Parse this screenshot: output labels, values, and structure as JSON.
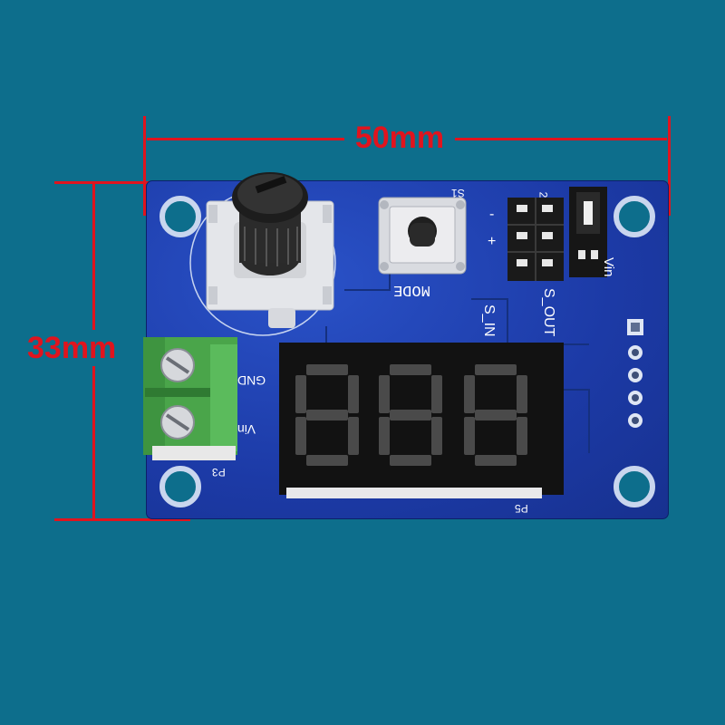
{
  "dimensions": {
    "width_label": "50mm",
    "height_label": "33mm",
    "color": "#e0141e"
  },
  "silkscreen": {
    "button_label": "MODE",
    "button_ref": "S1",
    "header_left": "S_IN",
    "header_right": "S_OUT",
    "jumper_label": "Vin",
    "minus": "-",
    "plus": "+",
    "two": "2",
    "terminal_gnd": "GND",
    "terminal_vin": "Vin",
    "terminal_ref": "P3",
    "display_ref": "P5"
  },
  "display": {
    "digits": [
      "8",
      "8",
      "8"
    ],
    "segment_color": "#4a4a4a"
  }
}
